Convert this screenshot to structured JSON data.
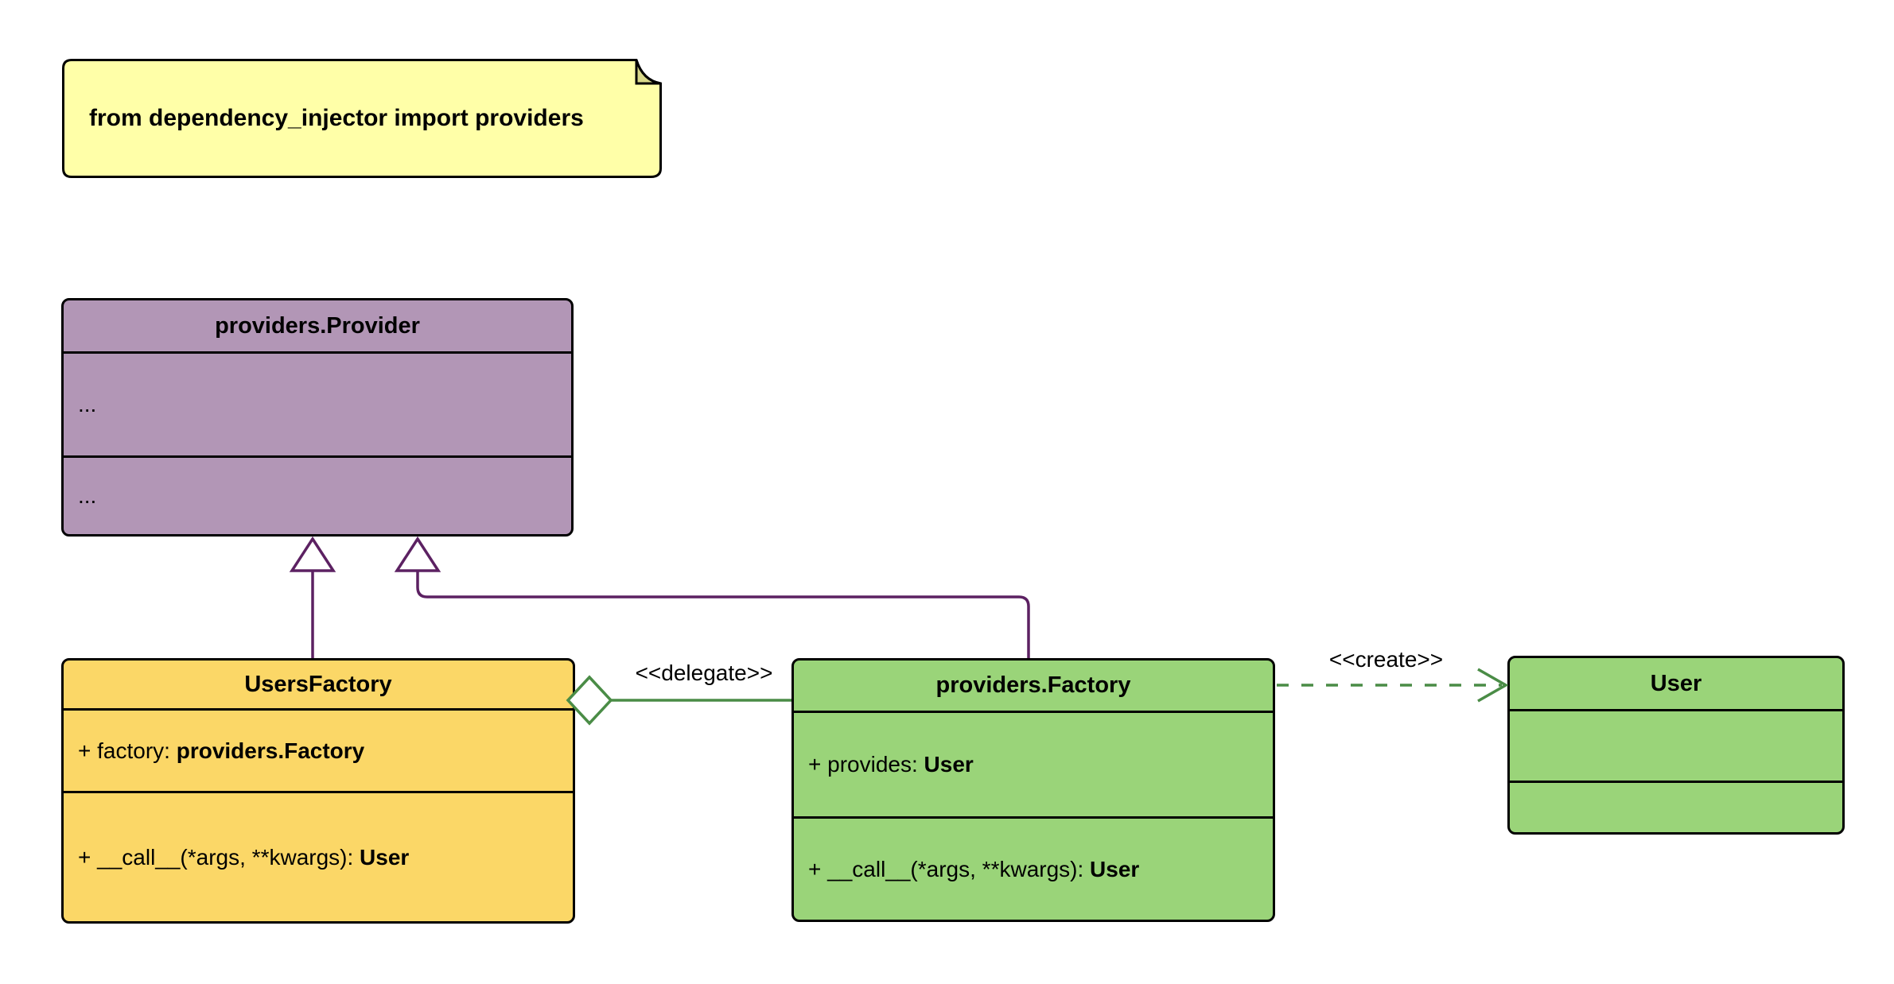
{
  "note": {
    "text": "from dependency_injector import providers"
  },
  "classes": {
    "provider": {
      "title": "providers.Provider",
      "attributes": [
        "..."
      ],
      "methods": [
        "..."
      ]
    },
    "users_factory": {
      "title": "UsersFactory",
      "attribute": {
        "prefix": "+ factory: ",
        "type": "providers.Factory"
      },
      "method": {
        "prefix": "+ __call__(*args, **kwargs): ",
        "type": "User"
      }
    },
    "factory": {
      "title": "providers.Factory",
      "attribute": {
        "prefix": "+ provides: ",
        "type": "User"
      },
      "method": {
        "prefix": "+ __call__(*args, **kwargs): ",
        "type": "User"
      }
    },
    "user": {
      "title": "User"
    }
  },
  "edges": {
    "delegate": {
      "label": "<<delegate>>"
    },
    "create": {
      "label": "<<create>>"
    }
  },
  "colors": {
    "text": "#000000",
    "border": "#000000",
    "note_fill": "#FFFFA8",
    "note_fold": "#D9D98A",
    "class_purple": "#B296B6",
    "class_yellow": "#FBD767",
    "class_green": "#9AD479",
    "line_purple": "#5C2162",
    "line_green": "#4A8C46"
  }
}
